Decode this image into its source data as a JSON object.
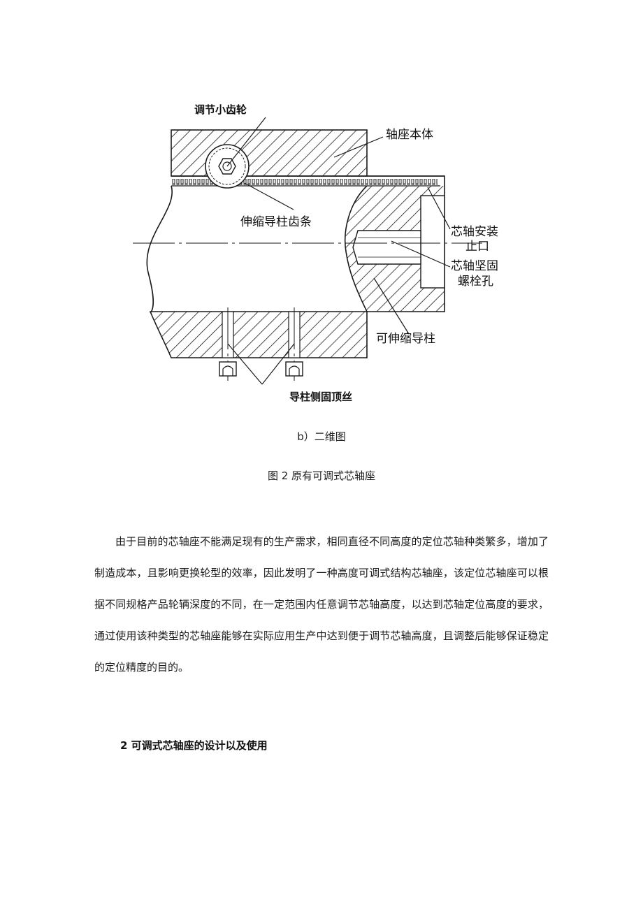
{
  "figure": {
    "labels": {
      "gear": "调节小齿轮",
      "body": "轴座本体",
      "rack": "伸缩导柱齿条",
      "stop_line1": "芯轴安装",
      "stop_line2": "止口",
      "bolt_line1": "芯轴坚固",
      "bolt_line2": "螺栓孔",
      "guide": "可伸缩导柱",
      "setscrew": "导柱侧固顶丝"
    }
  },
  "captions": {
    "sub": "b）二维图",
    "main": "图 2 原有可调式芯轴座"
  },
  "paragraph": "由于目前的芯轴座不能满足现有的生产需求，相同直径不同高度的定位芯轴种类繁多，增加了制造成本，且影响更换轮型的效率，因此发明了一种高度可调式结构芯轴座，该定位芯轴座可以根据不同规格产品轮辆深度的不同，在一定范围内任意调节芯轴高度，以达到芯轴定位高度的要求，通过使用该种类型的芯轴座能够在实际应用生产中达到便于调节芯轴高度，且调整后能够保证稳定的定位精度的目的。",
  "section_heading": "2 可调式芯轴座的设计以及使用"
}
